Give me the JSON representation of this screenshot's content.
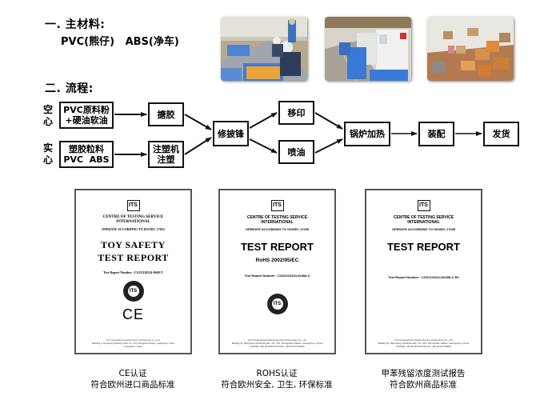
{
  "section1": {
    "title": "一. 主材料:",
    "materials": "PVC(熊仔)   ABS(净车)"
  },
  "photos": [
    {
      "alt": "workers sorting toy parts on production line"
    },
    {
      "alt": "injection molding machines with blue crates"
    },
    {
      "alt": "warehouse with stacked shipping cartons"
    }
  ],
  "section2": {
    "title": "二. 流程:"
  },
  "flow": {
    "hollow_label": "空心",
    "solid_label": "实心",
    "hollow_material": [
      "PVC原料粉",
      "+硬油软油"
    ],
    "solid_material": [
      "塑胶粒料",
      "PVC  ABS"
    ],
    "rotocast": "搪胶",
    "injection": [
      "注塑机",
      "注塑"
    ],
    "trim": "修披锋",
    "pad_print": "移印",
    "spray": "喷油",
    "oven": "锅炉加热",
    "assembly": "装配",
    "shipping": "发货"
  },
  "certificates": [
    {
      "logo": "ITS",
      "org": [
        "CENTRE OF TESTING SERVICE",
        "INTERNATIONAL"
      ],
      "operate": "OPERATE ACCORDING TO ISO/IEC 17025",
      "title_lines": [
        "TOY SAFETY",
        "TEST REPORT"
      ],
      "report_number": "Test Report Number : CGZ2110224-0649-T",
      "mark": "CE",
      "footer": [
        "CTS (Guangzhou) Testing Service Technology Co., Ltd.",
        "Building 2, Dachuang Industrial park, No. 379, Zhongshan Dadao, Guangzhou, China",
        "Guangzhou, China"
      ],
      "caption": [
        "CE认证",
        "符合欧州进口商品标准"
      ]
    },
    {
      "logo": "ITS",
      "org": [
        "CENTRE OF TESTING SERVICE",
        "INTERNATIONAL"
      ],
      "operate": "OPERATE ACCORDING TO ISO/IEC 17025",
      "title": "TEST REPORT",
      "subtitle": "RoHS 2002/95/EC",
      "report_number": "Test Report Number : CGZ2110224-00408-C",
      "footer": [
        "CTS (Guangzhou) Testing Service Technology Co., Ltd.",
        "Building 8, Dachuang industrial park, No. 379, Zhongshan Dadao, Guangzhou, China",
        "PHONE: +86-20-87632715      FAX: +86-20-87700406"
      ],
      "caption": [
        "ROHS认证",
        "符合欧州安全, 卫生, 环保标准"
      ]
    },
    {
      "logo": "ITS",
      "org": [
        "CENTRE OF TESTING SERVICE",
        "INTERNATIONAL"
      ],
      "operate": "OPERATE ACCORDING TO ISO/IEC 17025",
      "title": "TEST REPORT",
      "report_number": "Test Report Number : CGZ2110224-00408-C-R1",
      "footer": [
        "CTS (Guangzhou) Testing Service Technology Co., Ltd.",
        "Building 8, Dachuang industrial park, No. 379, Zhongshan Dadao, Guangzhou, China",
        "PHONE: +86-20-87632715      FAX: +86-20-87700406"
      ],
      "caption": [
        "甲苯残留浓度测试报告",
        "符合欧州商品标准"
      ]
    }
  ]
}
